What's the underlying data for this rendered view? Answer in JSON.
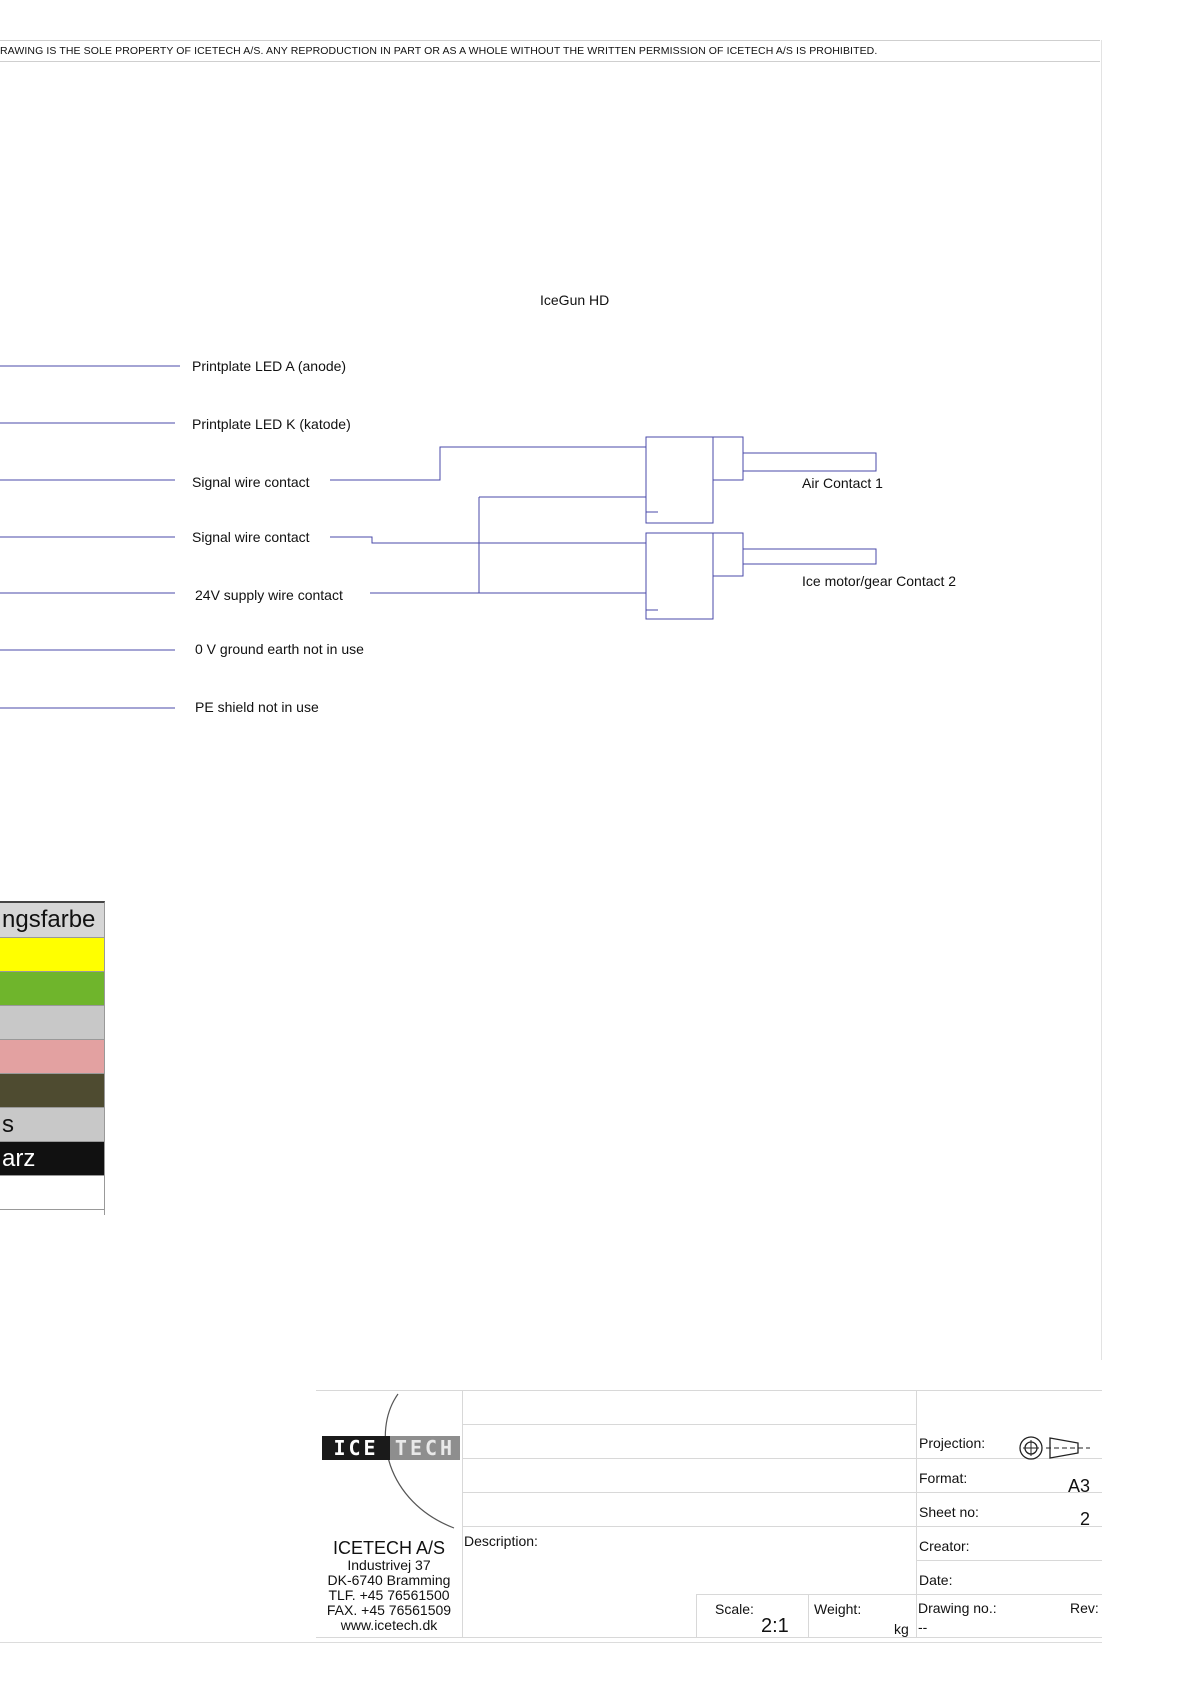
{
  "notice": "RAWING IS THE SOLE PROPERTY OF ICETECH A/S.  ANY REPRODUCTION IN PART OR AS A WHOLE WITHOUT THE WRITTEN PERMISSION OF ICETECH A/S IS PROHIBITED.",
  "diagram": {
    "title": "IceGun HD",
    "wire_labels": [
      "Printplate LED A (anode)",
      "Printplate LED K (katode)",
      "Signal wire contact",
      "Signal wire contact",
      "24V supply wire contact",
      "0 V ground earth not in use",
      "PE shield not in use"
    ],
    "contacts": [
      "Air Contact 1",
      "Ice motor/gear Contact 2"
    ],
    "wire_color": "#4a4aa8"
  },
  "legend": {
    "header": "ngsfarbe",
    "rows": [
      {
        "text": "",
        "color": "#ffff00"
      },
      {
        "text": "",
        "color": "#6fb52c"
      },
      {
        "text": "",
        "color": "#c8c8c8"
      },
      {
        "text": "",
        "color": "#e3a1a1"
      },
      {
        "text": "",
        "color": "#4e4b30"
      },
      {
        "text": "s",
        "color": "#c8c8c8"
      },
      {
        "text": "arz",
        "color": "#111111"
      },
      {
        "text": "",
        "color": "#ffffff"
      }
    ]
  },
  "title_block": {
    "logo_left": "ICE",
    "logo_right": "TECH",
    "company": "ICETECH A/S",
    "address_lines": [
      "Industrivej 37",
      "DK-6740 Bramming",
      "TLF. +45 76561500",
      "FAX. +45 76561509",
      "www.icetech.dk"
    ],
    "description_label": "Description:",
    "scale_label": "Scale:",
    "scale_value": "2:1",
    "weight_label": "Weight:",
    "weight_unit": "kg",
    "projection_label": "Projection:",
    "format_label": "Format:",
    "format_value": "A3",
    "sheet_label": "Sheet no:",
    "sheet_value": "2",
    "creator_label": "Creator:",
    "date_label": "Date:",
    "drawing_no_label": "Drawing no.:",
    "drawing_no_value": "--",
    "rev_label": "Rev:"
  }
}
